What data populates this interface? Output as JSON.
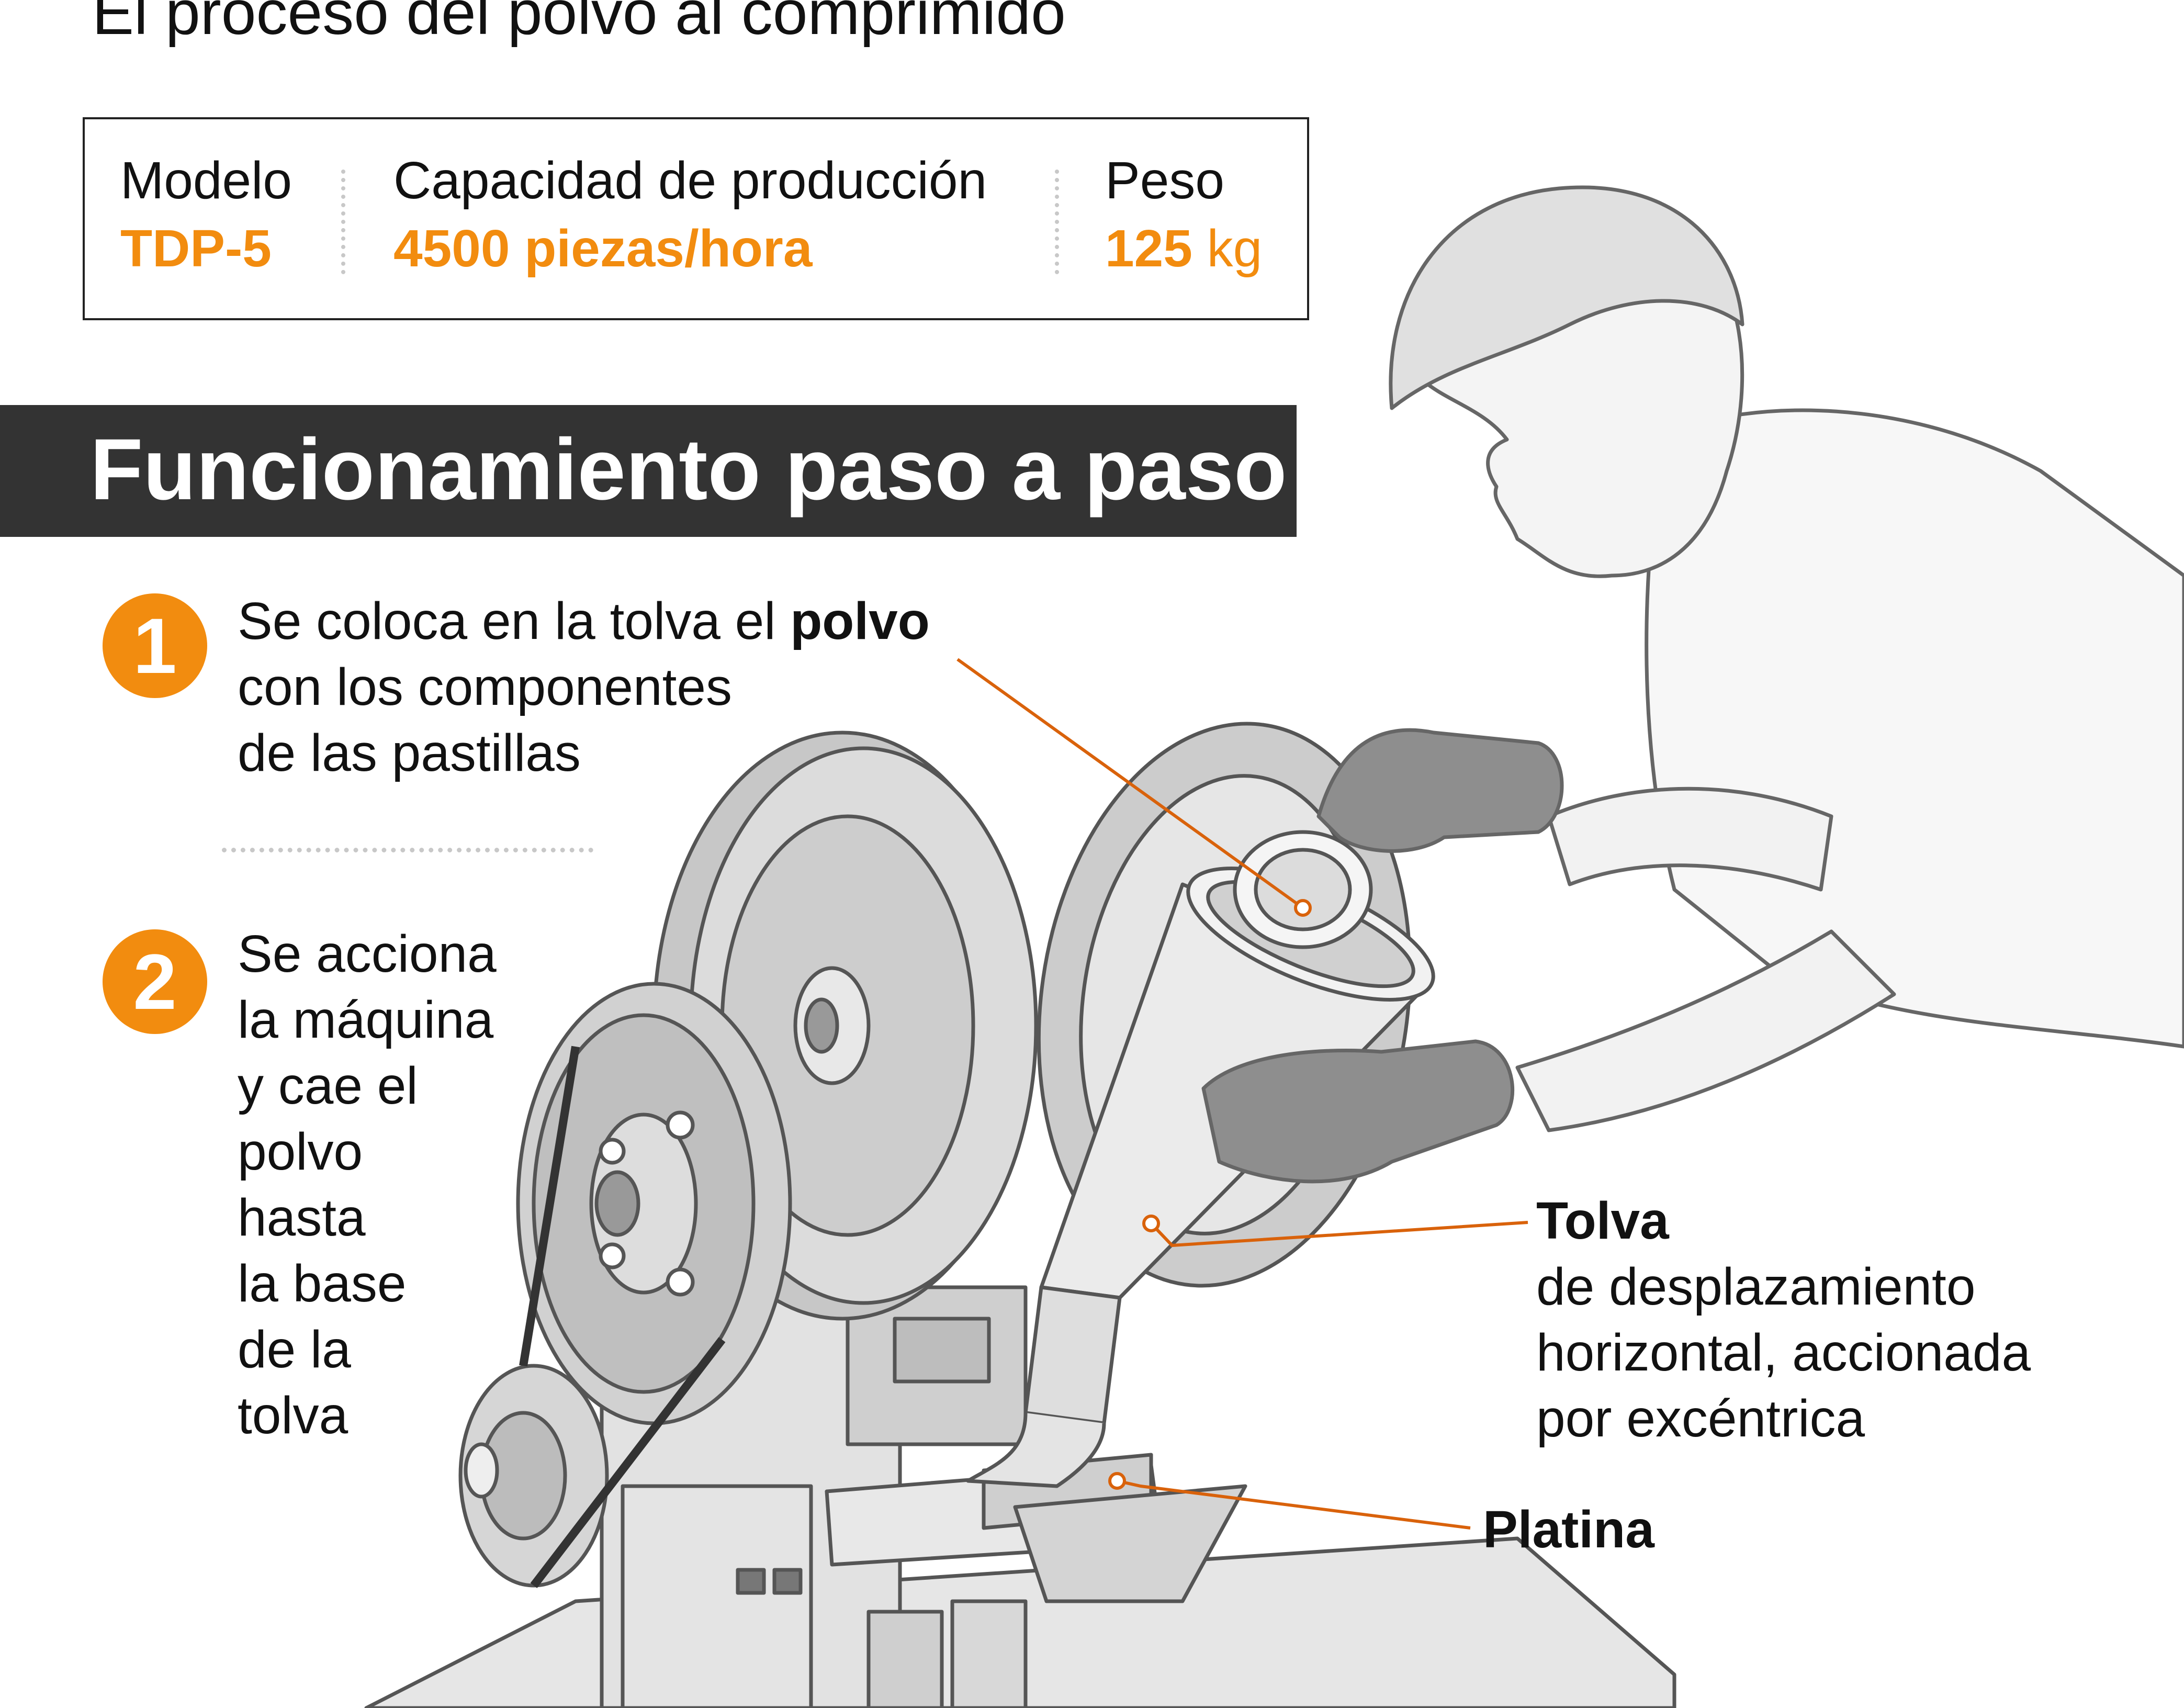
{
  "title": "El proceso del polvo al comprimido",
  "specs": {
    "model_label": "Modelo",
    "model_value": "TDP-5",
    "capacity_label": "Capacidad de producción",
    "capacity_value": "4500 piezas/hora",
    "weight_label": "Peso",
    "weight_number": "125",
    "weight_unit": "kg"
  },
  "section_title": "Funcionamiento paso a paso",
  "steps": [
    {
      "number": "1",
      "text_before": "Se coloca en la tolva el ",
      "text_bold": "polvo",
      "lines_after": [
        "con los componentes",
        "de las pastillas"
      ]
    },
    {
      "number": "2",
      "lines": [
        "Se acciona",
        "la máquina",
        "y cae el",
        "polvo",
        "hasta",
        "la base",
        "de la",
        "tolva"
      ]
    }
  ],
  "callouts": {
    "tolva": {
      "title": "Tolva",
      "lines": [
        "de desplazamiento",
        "horizontal, accionada",
        "por excéntrica"
      ]
    },
    "platina": {
      "title": "Platina"
    }
  },
  "colors": {
    "accent": "#f28c0f",
    "leader": "#d9620b",
    "banner": "#333333",
    "illustration_stroke": "#555555",
    "illustration_fill": "#d9d9d9"
  },
  "icons": [
    "tablet-press-machine-illustration",
    "worker-illustration"
  ]
}
